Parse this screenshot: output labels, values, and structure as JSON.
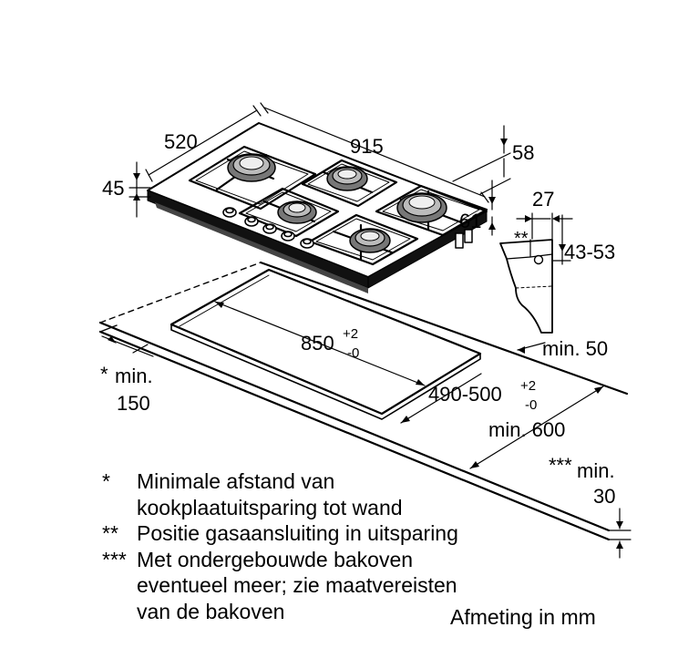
{
  "dimensions": {
    "depth": "520",
    "width": "915",
    "thickness": "45",
    "rear_offset": "58",
    "side_offset": "61",
    "gas_width": "27",
    "gas_height": "43-53",
    "gas_marker": "**",
    "cutout_width_base": "850",
    "cutout_width_tol_plus": "+2",
    "cutout_width_tol_minus": "-0",
    "cutout_depth_base": "490-500",
    "cutout_depth_tol_plus": "+2",
    "cutout_depth_tol_minus": "-0",
    "min_side_marker": "*",
    "min_side_label": "min.",
    "min_side_value": "150",
    "min_rear": "min. 50",
    "min_worktop": "min. 600",
    "min_below_marker": "***",
    "min_below_label": "min.",
    "min_below_value": "30"
  },
  "legend": [
    {
      "mark": "*",
      "lines": [
        "Minimale afstand van",
        "kookplaatuitsparing tot wand"
      ]
    },
    {
      "mark": "**",
      "lines": [
        "Positie gasaansluiting in uitsparing"
      ]
    },
    {
      "mark": "***",
      "lines": [
        "Met ondergebouwde bakoven",
        "eventueel meer; zie maatvereisten",
        "van de bakoven"
      ]
    }
  ],
  "unit_note": "Afmeting in mm"
}
